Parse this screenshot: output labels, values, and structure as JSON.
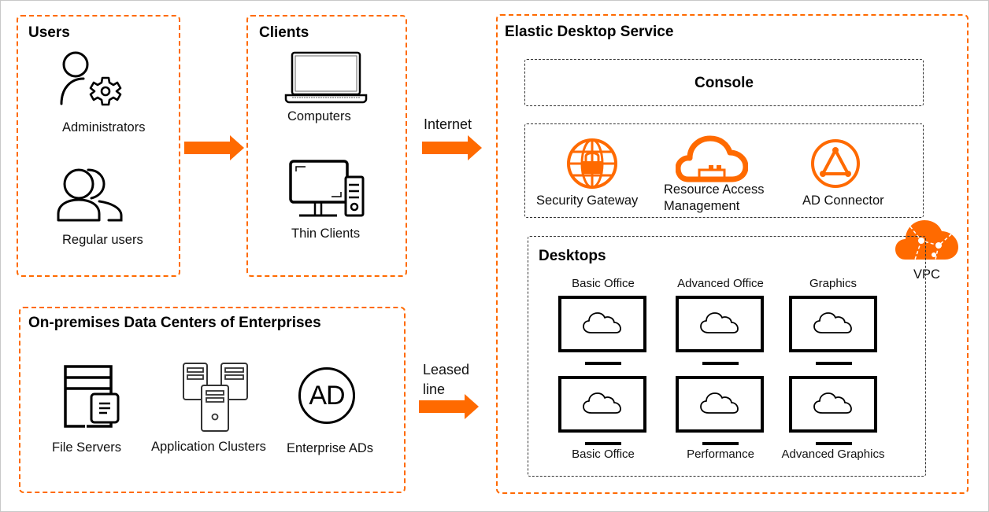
{
  "colors": {
    "accent": "#ff6a00",
    "text": "#000000",
    "dashed_gray": "#333333"
  },
  "users": {
    "title": "Users",
    "items": [
      {
        "label": "Administrators",
        "icon": "admin-user-gear-icon"
      },
      {
        "label": "Regular users",
        "icon": "user-group-icon"
      }
    ]
  },
  "clients": {
    "title": "Clients",
    "items": [
      {
        "label": "Computers",
        "icon": "laptop-icon"
      },
      {
        "label": "Thin Clients",
        "icon": "desktop-pc-icon"
      }
    ]
  },
  "connections": {
    "internet": "Internet",
    "leased_line_1": "Leased",
    "leased_line_2": "line"
  },
  "datacenter": {
    "title": "On-premises Data Centers of Enterprises",
    "items": [
      {
        "label": "File Servers",
        "icon": "file-server-icon"
      },
      {
        "label": "Application Clusters",
        "icon": "server-cluster-icon"
      },
      {
        "label": "Enterprise ADs",
        "icon": "ad-icon",
        "glyph": "AD"
      }
    ]
  },
  "eds": {
    "title": "Elastic Desktop Service",
    "console": "Console",
    "services": [
      {
        "label": "Security Gateway",
        "icon": "security-gateway-icon"
      },
      {
        "label_1": "Resource Access",
        "label_2": "Management",
        "icon": "ram-cloud-key-icon"
      },
      {
        "label": "AD Connector",
        "icon": "ad-connector-icon"
      }
    ],
    "vpc": "VPC",
    "desktops": {
      "title": "Desktops",
      "items": [
        {
          "label": "Basic Office"
        },
        {
          "label": "Advanced Office"
        },
        {
          "label": "Graphics"
        },
        {
          "label": "Basic Office"
        },
        {
          "label": "Performance"
        },
        {
          "label": "Advanced Graphics"
        }
      ]
    }
  }
}
